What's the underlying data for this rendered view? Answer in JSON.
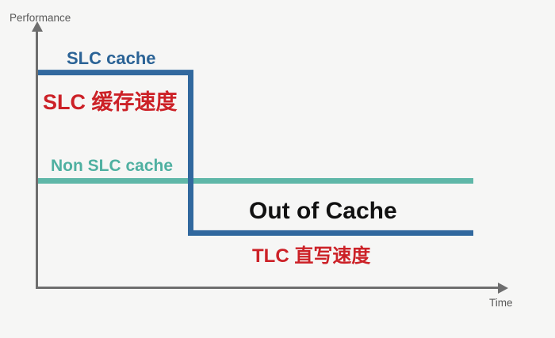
{
  "axes": {
    "y_label": "Performance",
    "x_label": "Time"
  },
  "labels": {
    "slc_cache": "SLC cache",
    "slc_cache_speed_cn": "SLC 缓存速度",
    "non_slc_cache": "Non SLC cache",
    "out_of_cache": "Out of Cache",
    "tlc_write_speed_cn": "TLC 直写速度"
  },
  "colors": {
    "background": "#f6f6f5",
    "axis_gray": "#6e6e6e",
    "slc_step_line_blue": "#31689e",
    "non_slc_line_teal": "#5fb7a8",
    "blue_text": "#2b6396",
    "teal_text": "#4fb0a1",
    "red_text": "#cc2127",
    "black_text": "#111111",
    "axis_label_gray": "#595959"
  },
  "chart_data": {
    "type": "line",
    "title": "",
    "xlabel": "Time",
    "ylabel": "Performance",
    "x_range_relative": [
      0,
      1
    ],
    "y_range_relative": [
      0,
      1
    ],
    "grid": false,
    "legend": "inline-labels",
    "notes": "Conceptual chart, no numeric ticks; values are relative to plot area (0=axis origin, 1=axis max).",
    "series": [
      {
        "name": "SLC cache write speed (steps down when out of cache)",
        "color": "#31689e",
        "points": [
          [
            0,
            0.835
          ],
          [
            0.353,
            0.835
          ],
          [
            0.353,
            0.211
          ],
          [
            1,
            0.211
          ]
        ],
        "annotations": [
          "SLC cache",
          "SLC 缓存速度",
          "Out of Cache",
          "TLC 直写速度"
        ]
      },
      {
        "name": "Non SLC cache (constant)",
        "color": "#5fb7a8",
        "points": [
          [
            0,
            0.414
          ],
          [
            1,
            0.414
          ]
        ],
        "annotations": [
          "Non SLC cache"
        ]
      }
    ]
  }
}
